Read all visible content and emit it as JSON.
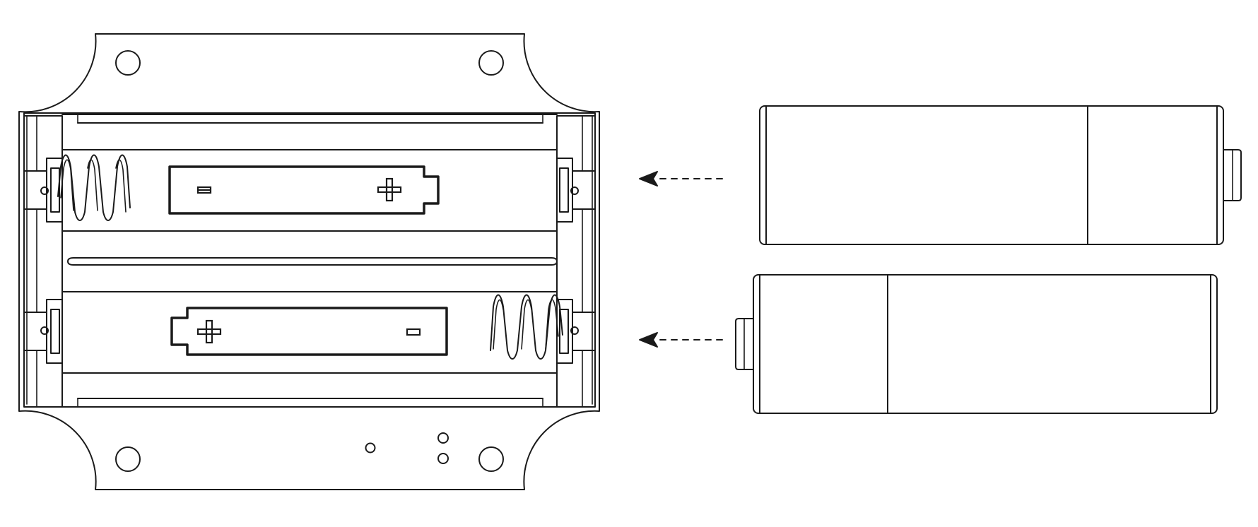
{
  "diagram": {
    "holder": {
      "slots": [
        {
          "polarity_left": "minus",
          "polarity_right": "plus",
          "spring_side": "left"
        },
        {
          "polarity_left": "plus",
          "polarity_right": "minus",
          "spring_side": "right"
        }
      ],
      "mount_holes": 4,
      "small_holes": 3
    },
    "batteries": [
      {
        "orientation": "terminal-right"
      },
      {
        "orientation": "terminal-left"
      }
    ],
    "arrows": [
      {
        "direction": "left"
      },
      {
        "direction": "left"
      }
    ],
    "colors": {
      "stroke": "#1a1a1a",
      "background": "#ffffff"
    }
  }
}
